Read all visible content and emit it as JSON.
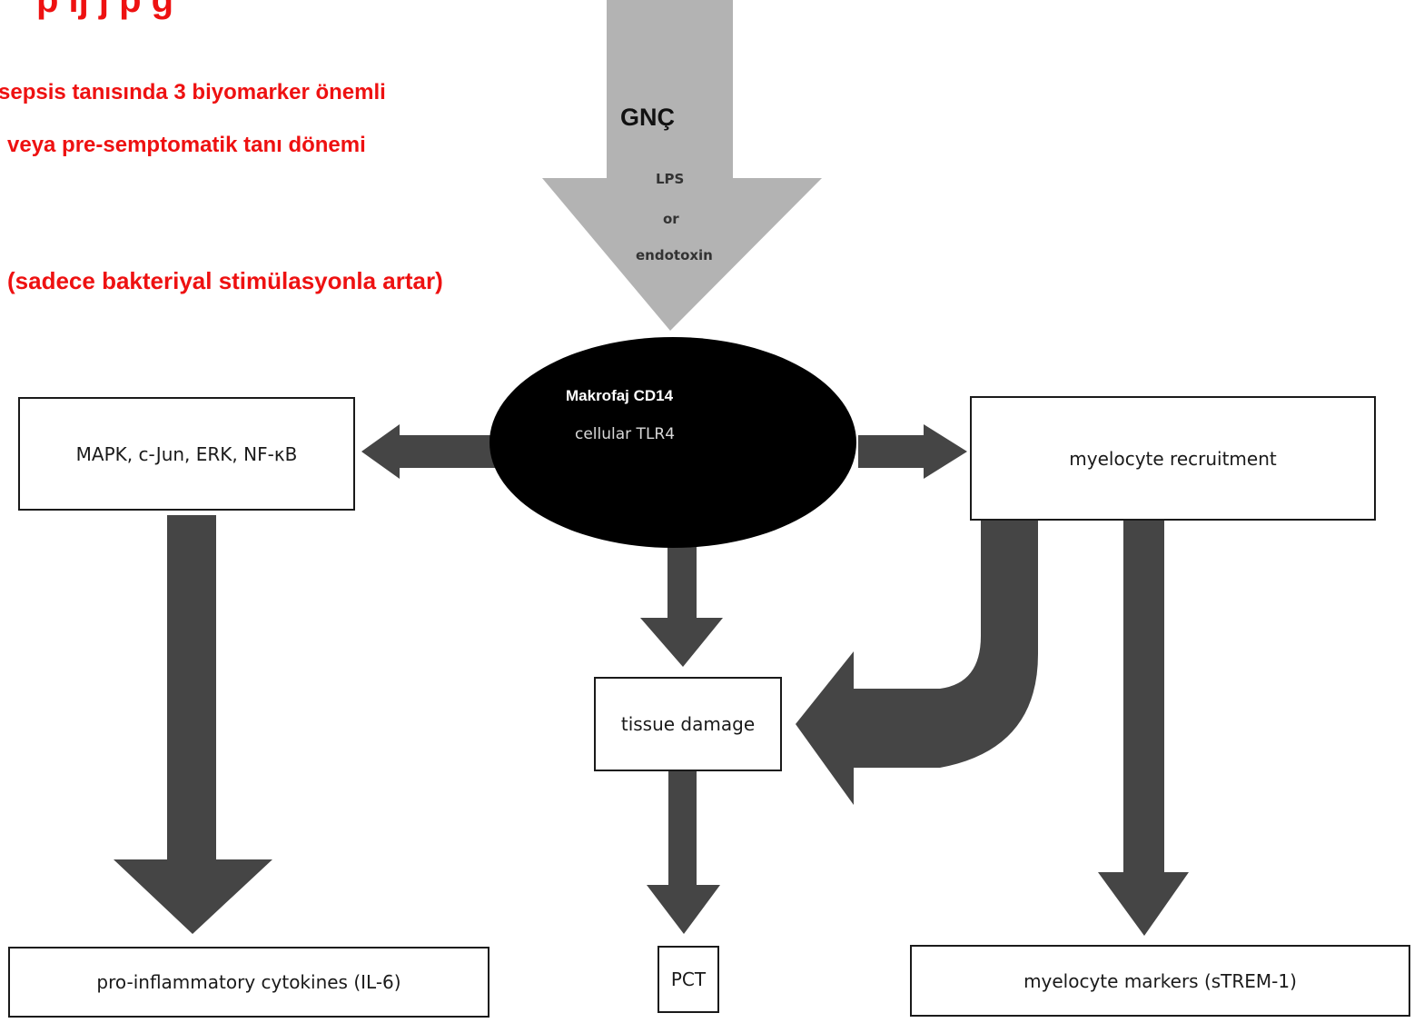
{
  "header": {
    "title_fragment": "p                  ij                    j                                p g"
  },
  "notes": {
    "line1": "sepsis tanısında 3 biyomarker önemli",
    "line2": "veya pre-semptomatik tanı dönemi",
    "line3": "(sadece bakteriyal stimülasyonla artar)"
  },
  "input_arrow": {
    "heading": "GNÇ",
    "line1": "LPS",
    "line2": "or",
    "line3": "endotoxin"
  },
  "center_node": {
    "line1": "Makrofaj CD14",
    "line2": "cellular TLR4"
  },
  "boxes": {
    "signaling": "MAPK, c-Jun, ERK, NF-κB",
    "recruitment": "myelocyte recruitment",
    "tissue_damage": "tissue damage",
    "cytokines": "pro-inflammatory cytokines (IL-6)",
    "pct": "PCT",
    "markers": "myelocyte markers (sTREM-1)"
  },
  "colors": {
    "note_red": "#ee1111",
    "arrow_gray": "#b3b3b3",
    "arrow_dark": "#454545",
    "node_black": "#000000",
    "border": "#1a1a1a"
  }
}
